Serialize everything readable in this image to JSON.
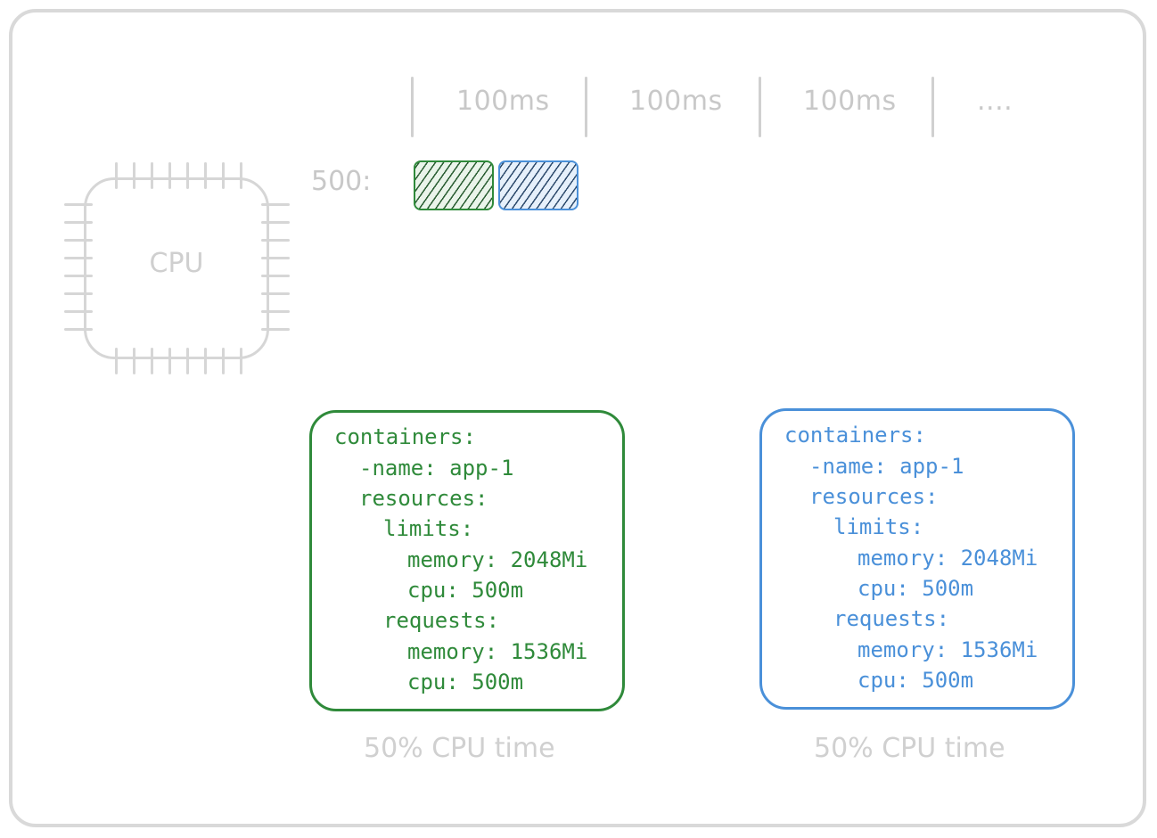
{
  "timeline": {
    "slots": [
      "100ms",
      "100ms",
      "100ms"
    ],
    "ellipsis": "...."
  },
  "row_label": "500:",
  "cpu": {
    "label": "CPU"
  },
  "colors": {
    "green": "#2f8a3a",
    "blue": "#4a90d9",
    "gray": "#d0d0d0"
  },
  "cards": [
    {
      "lines": [
        "containers:",
        "-name: app-1",
        "resources:",
        "limits:",
        "memory: 2048Mi",
        "cpu: 500m",
        "requests:",
        "memory: 1536Mi",
        "cpu: 500m"
      ],
      "caption": "50% CPU time"
    },
    {
      "lines": [
        "containers:",
        "-name: app-1",
        "resources:",
        "limits:",
        "memory: 2048Mi",
        "cpu: 500m",
        "requests:",
        "memory: 1536Mi",
        "cpu: 500m"
      ],
      "caption": "50% CPU time"
    }
  ]
}
